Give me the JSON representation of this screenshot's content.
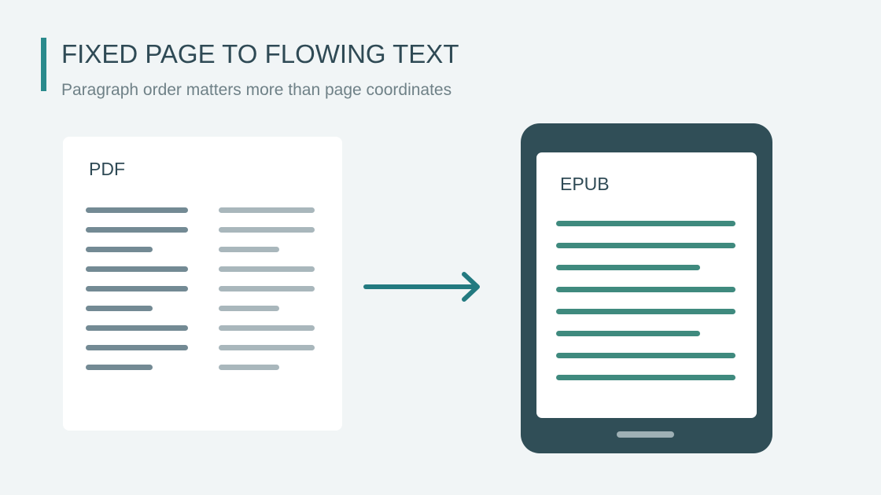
{
  "header": {
    "title": "FIXED PAGE TO FLOWING TEXT",
    "subtitle": "Paragraph order matters more than page coordinates"
  },
  "pdf": {
    "label": "PDF"
  },
  "epub": {
    "label": "EPUB"
  },
  "colors": {
    "background": "#f1f5f6",
    "accent": "#2a8a8c",
    "tablet": "#304e57",
    "pdf_column_1": "#738a94",
    "pdf_column_2": "#a9b7bc",
    "epub_text": "#3f8a7e",
    "arrow": "#237a80"
  }
}
